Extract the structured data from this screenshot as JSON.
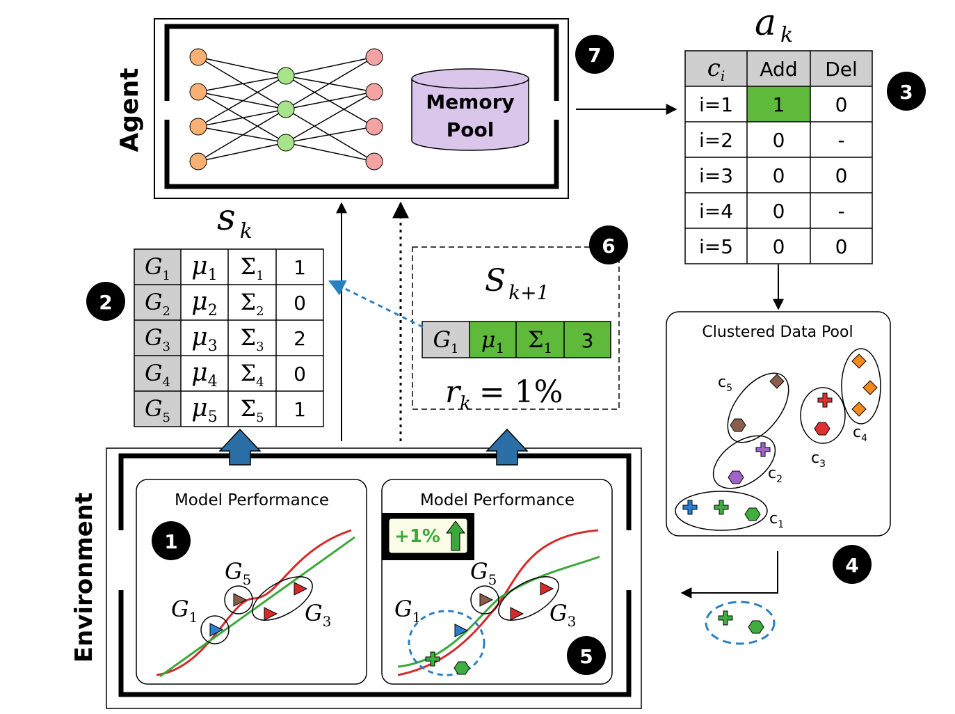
{
  "agent": {
    "label": "Agent",
    "memory_label_line1": "Memory",
    "memory_label_line2": "Pool",
    "step": "7"
  },
  "action": {
    "title_var": "a",
    "title_sub": "k",
    "header": [
      "c",
      "Add",
      "Del"
    ],
    "header_sub": "i",
    "rows": [
      {
        "i": "i=1",
        "add": "1",
        "del": "0",
        "highlight": true
      },
      {
        "i": "i=2",
        "add": "0",
        "del": "-",
        "highlight": false
      },
      {
        "i": "i=3",
        "add": "0",
        "del": "0",
        "highlight": false
      },
      {
        "i": "i=4",
        "add": "0",
        "del": "-",
        "highlight": false
      },
      {
        "i": "i=5",
        "add": "0",
        "del": "0",
        "highlight": false
      }
    ],
    "step": "3"
  },
  "state": {
    "title_var": "s",
    "title_sub": "k",
    "rows": [
      {
        "g": "G",
        "gsub": "1",
        "mu": "μ",
        "musub": "1",
        "sig": "Σ",
        "sigsub": "1",
        "val": "1"
      },
      {
        "g": "G",
        "gsub": "2",
        "mu": "μ",
        "musub": "2",
        "sig": "Σ",
        "sigsub": "2",
        "val": "0"
      },
      {
        "g": "G",
        "gsub": "3",
        "mu": "μ",
        "musub": "3",
        "sig": "Σ",
        "sigsub": "3",
        "val": "2"
      },
      {
        "g": "G",
        "gsub": "4",
        "mu": "μ",
        "musub": "4",
        "sig": "Σ",
        "sigsub": "4",
        "val": "0"
      },
      {
        "g": "G",
        "gsub": "5",
        "mu": "μ",
        "musub": "5",
        "sig": "Σ",
        "sigsub": "5",
        "val": "1"
      }
    ],
    "step": "2"
  },
  "next_state": {
    "title_var": "S",
    "title_sub": "k+1",
    "row": {
      "g": "G",
      "gsub": "1",
      "mu": "μ",
      "musub": "1",
      "sig": "Σ",
      "sigsub": "1",
      "val": "3"
    },
    "reward_var": "r",
    "reward_sub": "k",
    "reward_eq": "= 1%",
    "step": "6"
  },
  "pool": {
    "title": "Clustered Data Pool",
    "cluster_labels": [
      {
        "c": "c",
        "sub": "5"
      },
      {
        "c": "c",
        "sub": "2"
      },
      {
        "c": "c",
        "sub": "1"
      },
      {
        "c": "c",
        "sub": "3"
      },
      {
        "c": "c",
        "sub": "4"
      }
    ],
    "step": "4"
  },
  "environment": {
    "label": "Environment",
    "panel_left": {
      "title": "Model Performance",
      "step": "1",
      "labels": [
        {
          "g": "G",
          "sub": "5"
        },
        {
          "g": "G",
          "sub": "1"
        },
        {
          "g": "G",
          "sub": "3"
        }
      ]
    },
    "panel_right": {
      "title": "Model Performance",
      "badge": "+1%",
      "step": "5",
      "labels": [
        {
          "g": "G",
          "sub": "5"
        },
        {
          "g": "G",
          "sub": "1"
        },
        {
          "g": "G",
          "sub": "3"
        }
      ]
    }
  },
  "colors": {
    "green_cell": "#5fba3b",
    "grey_cell": "#cfcfcf",
    "orange_node": "#f8b073",
    "green_node": "#a6e38a",
    "pink_node": "#f4a3a3",
    "memory_fill": "#d9c6ea",
    "blue_arrow": "#2c6fa6",
    "red_curve": "#d42a2a",
    "green_curve": "#3aa83a",
    "dashed_blue": "#2a7fc1"
  }
}
